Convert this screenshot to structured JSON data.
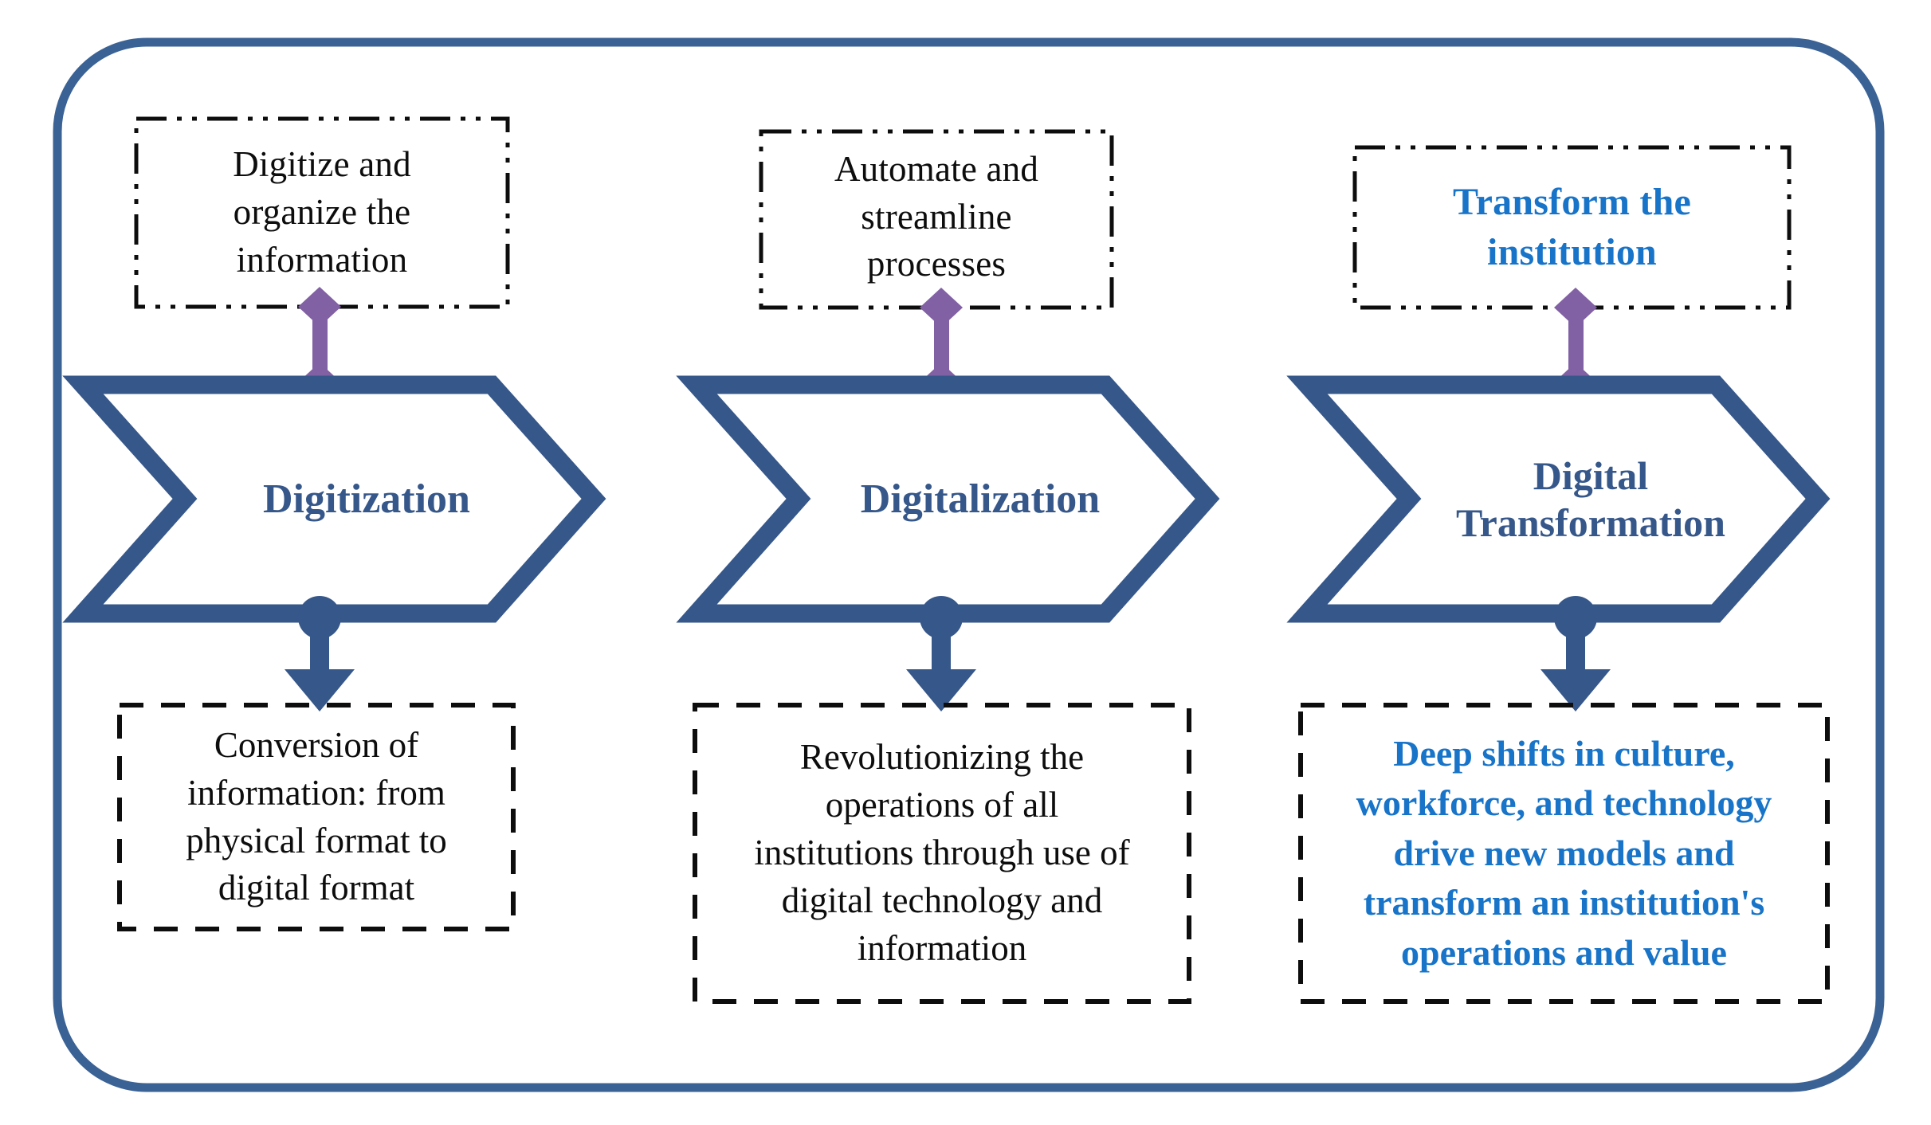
{
  "colors": {
    "frame_blue": "#3A6295",
    "chevron_blue": "#36578a",
    "label_blue": "#36578a",
    "accent_blue_text": "#1874c8",
    "connector_purple": "#8160a4",
    "dash_black": "#0d0d0d",
    "page_background": "#ffffff"
  },
  "diagram": {
    "title": "",
    "stages": [
      {
        "id": "digitization",
        "top_caption": "Digitize and organize the information",
        "top_caption_lines": [
          "Digitize and",
          "organize the",
          "information"
        ],
        "stage_label": "Digitization",
        "stage_label_lines": [
          "Digitization"
        ],
        "bottom_description": "Conversion of information: from physical format to digital format",
        "bottom_description_lines": [
          "Conversion of",
          "information: from",
          "physical format to",
          "digital format"
        ],
        "highlighted": false
      },
      {
        "id": "digitalization",
        "top_caption": "Automate and streamline processes",
        "top_caption_lines": [
          "Automate and",
          "streamline",
          "processes"
        ],
        "stage_label": "Digitalization",
        "stage_label_lines": [
          "Digitalization"
        ],
        "bottom_description": "Revolutionizing the operations of all institutions through use of digital technology and information",
        "bottom_description_lines": [
          "Revolutionizing the",
          "operations of all",
          "institutions through use of",
          "digital technology and",
          "information"
        ],
        "highlighted": false
      },
      {
        "id": "digital-transformation",
        "top_caption": "Transform the institution",
        "top_caption_lines": [
          "Transform the",
          "institution"
        ],
        "stage_label": "Digital Transformation",
        "stage_label_lines": [
          "Digital",
          "Transformation"
        ],
        "bottom_description": "Deep shifts in culture, workforce, and technology drive new models and transform an institution's operations and value",
        "bottom_description_lines": [
          "Deep shifts in culture,",
          "workforce, and technology",
          "drive new models and",
          "transform an institution's",
          "operations and value"
        ],
        "highlighted": true
      }
    ],
    "connectors": {
      "top_connector_icon": "diamond-ended-line-connector",
      "bottom_connector_icon": "circle-to-arrow-connector"
    },
    "shapes": {
      "outer_frame_icon": "rounded-rectangle-frame",
      "stage_shape_icon": "chevron-arrow-icon",
      "top_box_border_style": "dash-dot-dot",
      "bottom_box_border_style": "dashed"
    }
  }
}
